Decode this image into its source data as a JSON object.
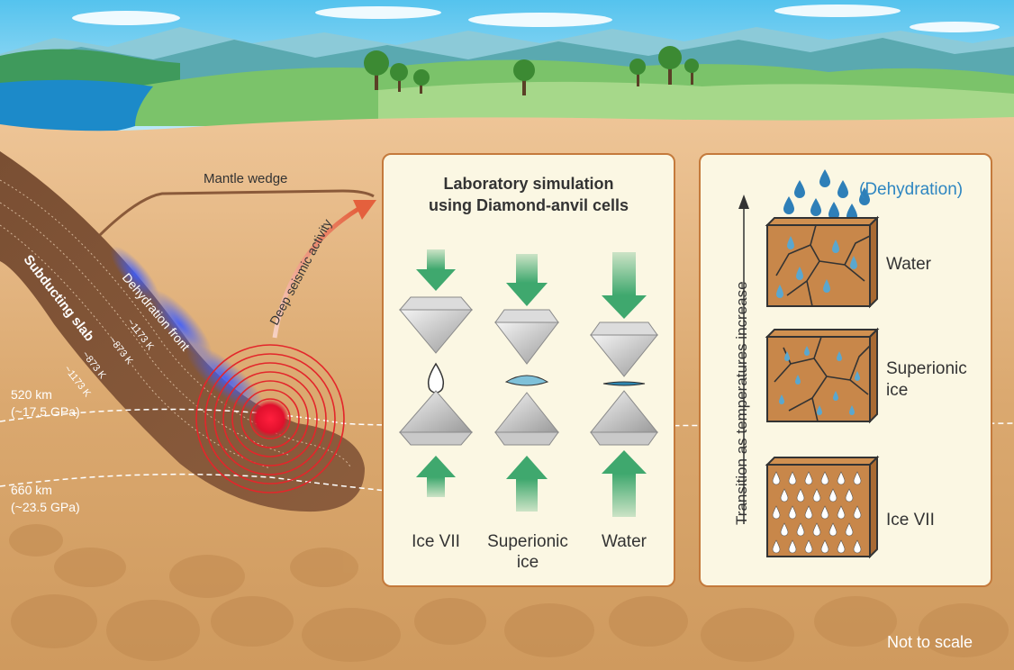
{
  "labels": {
    "mantle_wedge": "Mantle wedge",
    "deep_seismic_activity": "Deep seismic activity",
    "subducting_slab": "Subducting slab",
    "dehydration_front": "Dehydration front",
    "temp_1173_a": "~1173 K",
    "temp_873_a": "~873 K",
    "temp_873_b": "~873 K",
    "temp_1173_b": "~1173 K",
    "depth_520": "520 km",
    "pressure_520": "(~17.5 GPa)",
    "depth_660": "660 km",
    "pressure_660": "(~23.5 GPa)",
    "not_to_scale": "Not to scale"
  },
  "lab_panel": {
    "title_line1": "Laboratory simulation",
    "title_line2": "using Diamond-anvil cells",
    "captions": [
      {
        "line1": "Ice VII",
        "line2": ""
      },
      {
        "line1": "Superionic",
        "line2": "ice"
      },
      {
        "line1": "Water",
        "line2": ""
      }
    ]
  },
  "transition_panel": {
    "axis_label": "Transition as temperatures increase",
    "dehydration": "(Dehydration)",
    "states": [
      {
        "line1": "Water",
        "line2": ""
      },
      {
        "line1": "Superionic",
        "line2": "ice"
      },
      {
        "line1": "Ice VII",
        "line2": ""
      }
    ]
  },
  "colors": {
    "sky": "#5ec8ee",
    "ground": "#d9a66b",
    "slab": "#8a5c3c",
    "dehydration_blue": "#3f6fe0",
    "quake_red": "#e2262b",
    "arrow_green": "#3fa86e",
    "panel_bg": "#fbf7e3",
    "panel_border": "#c47a3c",
    "water_blue": "#2e7fb8"
  }
}
